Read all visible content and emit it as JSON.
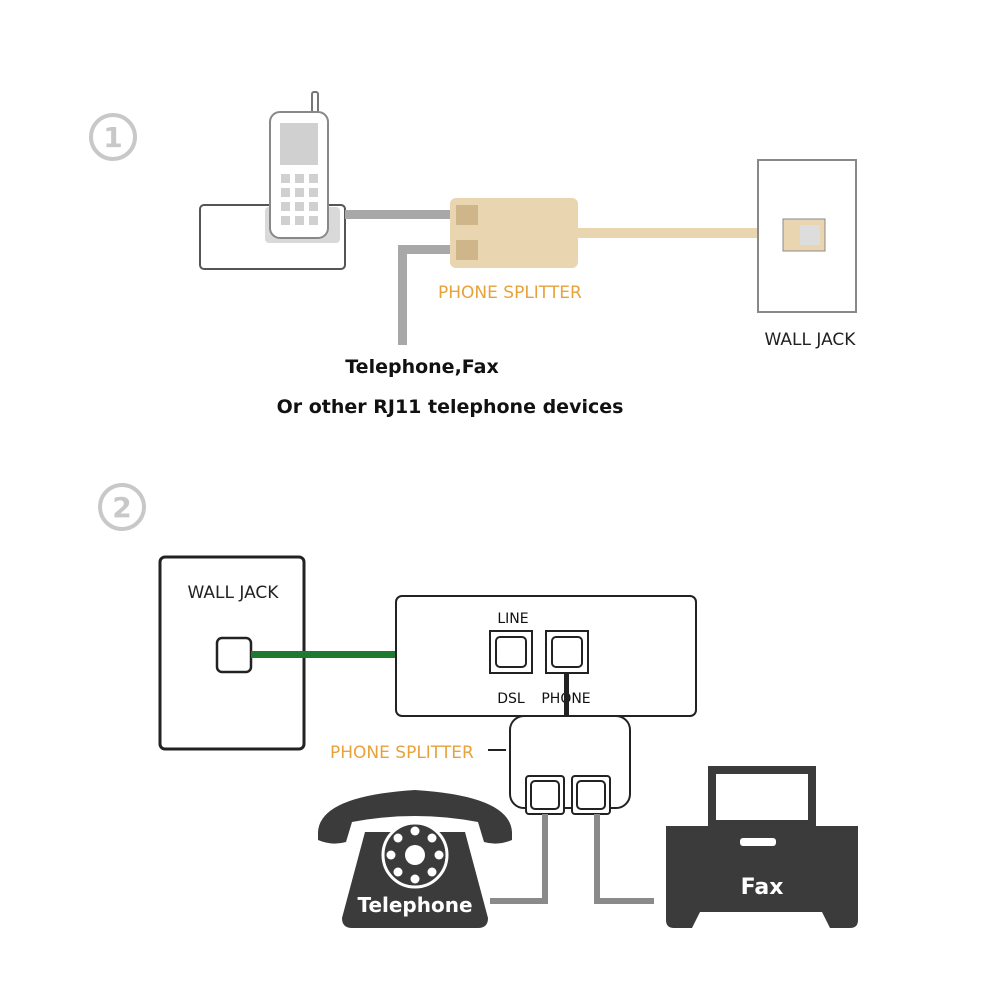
{
  "step1": {
    "number": "1",
    "splitter_label": "PHONE SPLITTER",
    "wall_jack_label": "WALL JACK",
    "device_line1": "Telephone,Fax",
    "device_line2": "Or other RJ11 telephone devices"
  },
  "step2": {
    "number": "2",
    "wall_jack_label": "WALL JACK",
    "line_label": "LINE",
    "dsl_label": "DSL",
    "phone_label": "PHONE",
    "splitter_label": "PHONE SPLITTER",
    "telephone_label": "Telephone",
    "fax_label": "Fax"
  },
  "colors": {
    "beige": "#e9d6b0",
    "gray_cable": "#a8a8a8",
    "green_cable": "#1e7a2e",
    "dark": "#3b3b3b",
    "orange_text": "#e8a23a"
  }
}
